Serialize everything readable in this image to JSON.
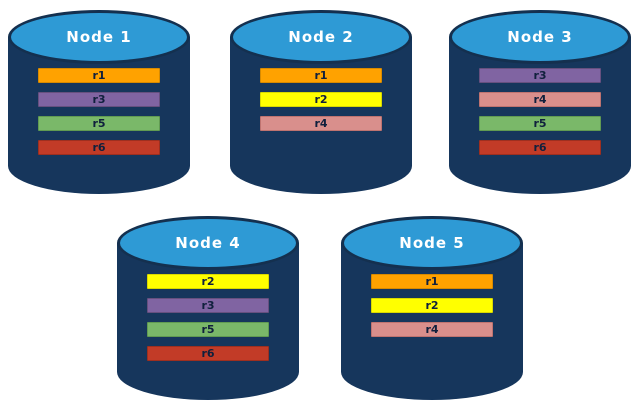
{
  "diagram": {
    "background": "#FFFFFF"
  },
  "cylinder": {
    "body_color": "#16365C",
    "top_fill": "#2E9AD5",
    "top_border": "#14304F",
    "label_color": "#FFFFFF"
  },
  "record_colors": {
    "r1": {
      "fill": "#FFA200",
      "border": "#D88A00"
    },
    "r2": {
      "fill": "#FFFF00",
      "border": "#D9D900"
    },
    "r3": {
      "fill": "#8064A2",
      "border": "#66507F"
    },
    "r4": {
      "fill": "#D98F8C",
      "border": "#BF7370"
    },
    "r5": {
      "fill": "#7AB869",
      "border": "#619B52"
    },
    "r6": {
      "fill": "#C23B27",
      "border": "#9E2F1F"
    }
  },
  "nodes": [
    {
      "label": "Node 1",
      "records": [
        "r1",
        "r3",
        "r5",
        "r6"
      ]
    },
    {
      "label": "Node 2",
      "records": [
        "r1",
        "r2",
        "r4"
      ]
    },
    {
      "label": "Node 3",
      "records": [
        "r3",
        "r4",
        "r5",
        "r6"
      ]
    },
    {
      "label": "Node 4",
      "records": [
        "r2",
        "r3",
        "r5",
        "r6"
      ]
    },
    {
      "label": "Node 5",
      "records": [
        "r1",
        "r2",
        "r4"
      ]
    }
  ]
}
